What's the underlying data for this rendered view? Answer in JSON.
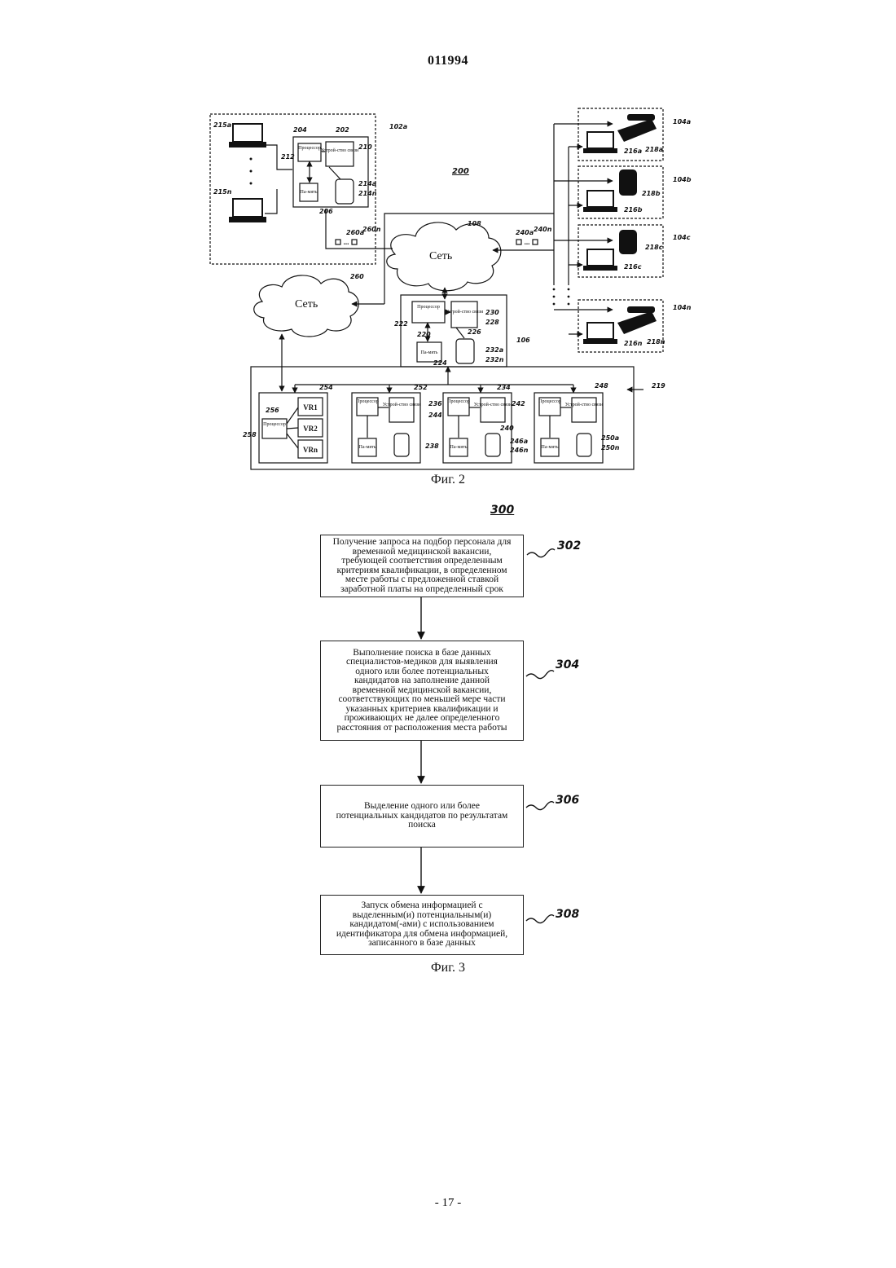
{
  "document_number": "011994",
  "figure2": {
    "ref_number": "200",
    "caption": "Фиг. 2",
    "network_label": "Сеть",
    "network2_label": "Сеть",
    "labels": {
      "l102a": "102a",
      "l104a": "104a",
      "l104b": "104b",
      "l104c": "104c",
      "l104n": "104n",
      "l108": "108",
      "l106": "106",
      "l260": "260",
      "l219": "219",
      "l215a": "215a",
      "l215n": "215n",
      "l202": "202",
      "l204": "204",
      "l206": "206",
      "l210": "210",
      "l212": "212",
      "l214a": "214a",
      "l214n": "214n",
      "l240a": "240a",
      "l240n": "240n",
      "l260a": "260a",
      "l260n": "260n",
      "l216a": "216a",
      "l218a": "218a",
      "l218b": "218b",
      "l216b": "216b",
      "l218c": "218c",
      "l216c": "216c",
      "l216n": "216n",
      "l218n": "218n",
      "l220": "220",
      "l222": "222",
      "l228": "228",
      "l230": "230",
      "l224": "224",
      "l226": "226",
      "l232a": "232a",
      "l232n": "232n",
      "l254": "254",
      "l252": "252",
      "l234": "234",
      "l248": "248",
      "l256": "256",
      "l258": "258",
      "l236": "236",
      "l238": "238",
      "l242": "242",
      "l244": "244",
      "l240": "240",
      "l246a": "246a",
      "l246n": "246n",
      "l250a": "250a",
      "l250n": "250n"
    },
    "box_text": {
      "processor": "Процессор",
      "memory": "Па-мять",
      "comm_device": "Устрой-ство связи",
      "vr1": "VR1",
      "vr2": "VR2",
      "vrn": "VRn",
      "dots": "..."
    }
  },
  "figure3": {
    "ref_number": "300",
    "caption": "Фиг. 3",
    "steps": [
      {
        "id": "302",
        "lines": [
          "Получение запроса на подбор персонала для",
          "временной медицинской вакансии,",
          "требующей соответствия определенным",
          "критериям квалификации, в определенном",
          "месте работы с предложенной ставкой",
          "заработной платы на определенный срок"
        ]
      },
      {
        "id": "304",
        "lines": [
          "Выполнение поиска в базе данных",
          "специалистов-медиков для выявления",
          "одного или более потенциальных",
          "кандидатов на заполнение данной",
          "временной медицинской вакансии,",
          "соответствующих по меньшей мере части",
          "указанных критериев квалификации и",
          "проживающих не далее определенного",
          "расстояния от расположения места работы"
        ]
      },
      {
        "id": "306",
        "lines": [
          "Выделение одного или более",
          "потенциальных кандидатов по результатам",
          "поиска"
        ]
      },
      {
        "id": "308",
        "lines": [
          "Запуск обмена информацией с",
          "выделенным(и) потенциальным(и)",
          "кандидатом(-ами) с использованием",
          "идентификатора для обмена информацией,",
          "записанного в базе данных"
        ]
      }
    ]
  },
  "footer": {
    "page_number": "- 17 -"
  }
}
